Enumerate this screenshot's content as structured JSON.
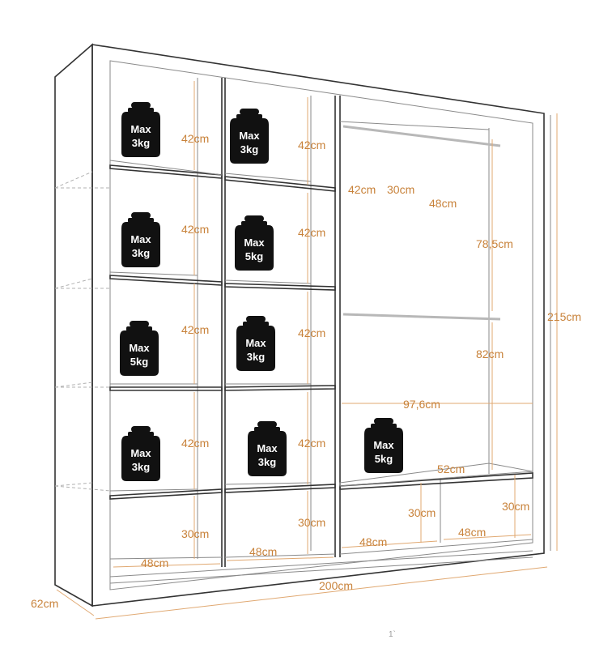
{
  "dimensions": {
    "section_heights": [
      "42cm",
      "42cm",
      "42cm",
      "42cm",
      "42cm",
      "42cm",
      "42cm",
      "42cm"
    ],
    "left_bottom_height": "30cm",
    "mid_bottom_height": "30cm",
    "right_top_h": "42cm",
    "right_top_d": "30cm",
    "right_top_w": "48cm",
    "upper_hanging": "78,5cm",
    "lower_hanging": "82cm",
    "inner_width": "97,6cm",
    "depth_inner": "52cm",
    "drawer_h1": "30cm",
    "drawer_h2": "30cm",
    "bottom_w1": "48cm",
    "bottom_w2": "48cm",
    "bottom_w3": "48cm",
    "bottom_w4": "48cm",
    "total_height": "215cm",
    "total_width": "200cm",
    "total_depth": "62cm",
    "stray_mark": "1`"
  },
  "weights": [
    {
      "line1": "Max",
      "line2": "3kg"
    },
    {
      "line1": "Max",
      "line2": "3kg"
    },
    {
      "line1": "Max",
      "line2": "3kg"
    },
    {
      "line1": "Max",
      "line2": "5kg"
    },
    {
      "line1": "Max",
      "line2": "5kg"
    },
    {
      "line1": "Max",
      "line2": "3kg"
    },
    {
      "line1": "Max",
      "line2": "3kg"
    },
    {
      "line1": "Max",
      "line2": "3kg"
    },
    {
      "line1": "Max",
      "line2": "5kg"
    }
  ],
  "colors": {
    "dimension": "#c8823a",
    "weight_icon": "#111111",
    "outline": "#333333"
  }
}
